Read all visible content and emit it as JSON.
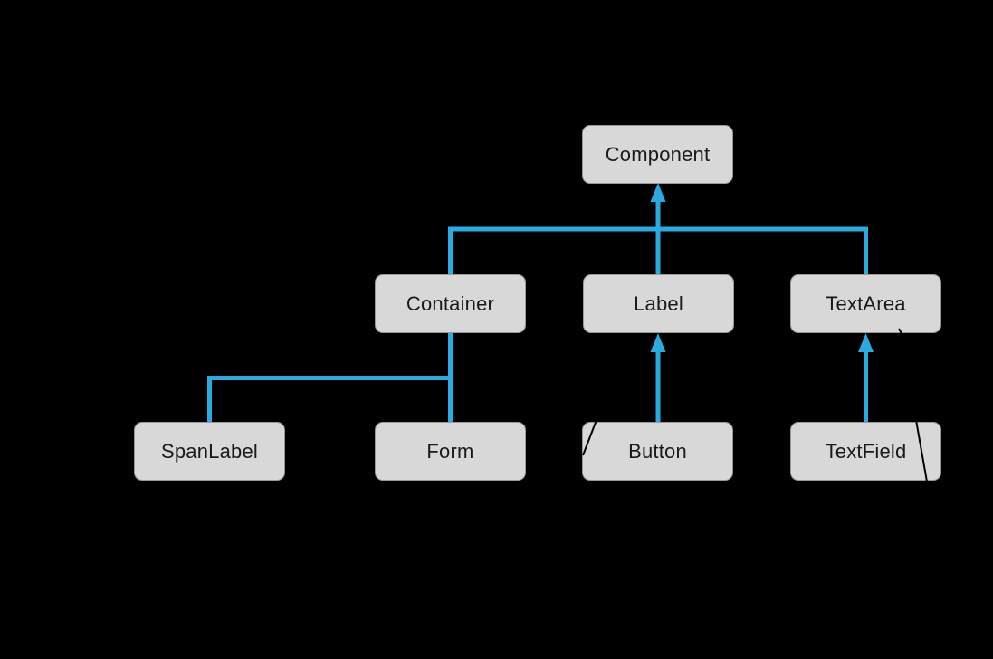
{
  "diagram_type": "class-inheritance-tree",
  "colors": {
    "background": "#000000",
    "node_fill": "#D8D8D8",
    "node_border": "#9A9A9A",
    "node_text": "#1A1A1A",
    "connector_blue": "#29ABE2",
    "annotation_line": "#000000"
  },
  "nodes": [
    {
      "id": "component",
      "label": "Component"
    },
    {
      "id": "container",
      "label": "Container"
    },
    {
      "id": "label",
      "label": "Label"
    },
    {
      "id": "textarea",
      "label": "TextArea"
    },
    {
      "id": "spanlabel",
      "label": "SpanLabel"
    },
    {
      "id": "form",
      "label": "Form"
    },
    {
      "id": "button",
      "label": "Button"
    },
    {
      "id": "textfield",
      "label": "TextField"
    }
  ],
  "edges": [
    {
      "from": "Container",
      "to": "Component",
      "arrowhead_at_parent": true
    },
    {
      "from": "Label",
      "to": "Component",
      "arrowhead_at_parent": true
    },
    {
      "from": "TextArea",
      "to": "Component",
      "arrowhead_at_parent": true
    },
    {
      "from": "SpanLabel",
      "to": "Container",
      "arrowhead_at_parent": false
    },
    {
      "from": "Form",
      "to": "Container",
      "arrowhead_at_parent": false
    },
    {
      "from": "Button",
      "to": "Label",
      "arrowhead_at_parent": true
    },
    {
      "from": "TextField",
      "to": "TextArea",
      "arrowhead_at_parent": true
    }
  ],
  "annotations": [
    {
      "id": "slash-over-button-left",
      "description": "black diagonal line segment crossing Button box top-left"
    },
    {
      "id": "slash-over-textfield-right",
      "description": "black diagonal line segment crossing TextField box right side"
    },
    {
      "id": "tick-under-textarea-right",
      "description": "small black diagonal tick at TextArea box bottom-right edge"
    }
  ]
}
